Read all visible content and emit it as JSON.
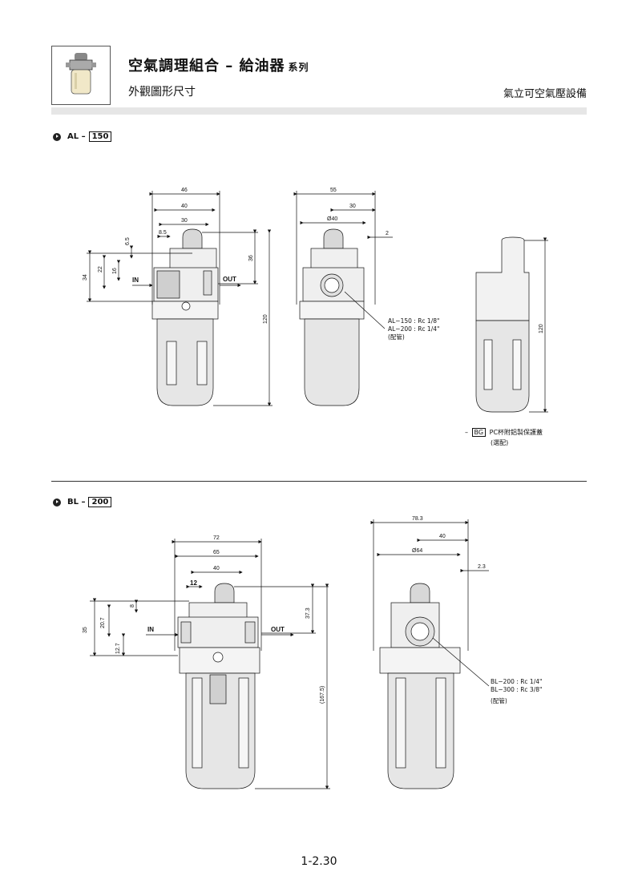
{
  "header": {
    "title": "空氣調理組合 – 給油器",
    "series": "系列",
    "subtitle": "外觀圖形尺寸",
    "company": "氣立可空氣壓設備"
  },
  "sections": [
    {
      "prefix": "AL –",
      "model": "150",
      "front_dims": [
        "46",
        "40",
        "30",
        "8.5",
        "6.5",
        "22",
        "16",
        "34",
        "36",
        "120"
      ],
      "port_labels": {
        "in": "IN",
        "out": "OUT"
      },
      "side_dims": [
        "55",
        "30",
        "Ø40",
        "2"
      ],
      "pipe_notes": [
        "AL−150 : Rc 1/8\"",
        "AL−200 : Rc 1/4\""
      ],
      "pipe_caption": "(配管)",
      "option_dim": "120",
      "option": {
        "dash": "–",
        "code": "BG",
        "text": "PC杯附鋁製保護蓋",
        "caption": "(選配)"
      }
    },
    {
      "prefix": "BL –",
      "model": "200",
      "front_dims": [
        "72",
        "65",
        "40",
        "12",
        "8",
        "35",
        "20.7",
        "12.7",
        "37.3",
        "(167.5)"
      ],
      "port_labels": {
        "in": "IN",
        "out": "OUT"
      },
      "side_dims": [
        "78.3",
        "40",
        "Ø64",
        "2.3"
      ],
      "pipe_notes": [
        "BL−200 : Rc 1/4\"",
        "BL−300 : Rc 3/8\""
      ],
      "pipe_caption": "(配管)"
    }
  ],
  "page_number": "1-2.30"
}
